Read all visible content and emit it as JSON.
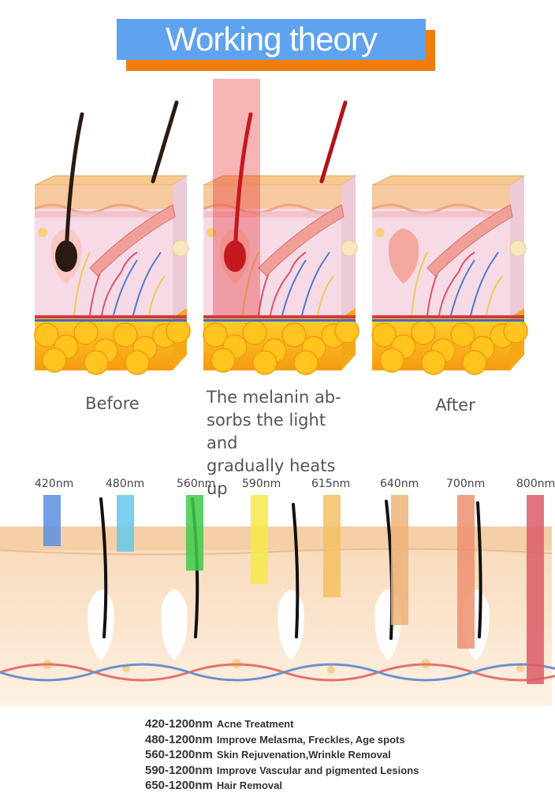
{
  "title": "Working theory",
  "panels": [
    {
      "caption": "Before"
    },
    {
      "caption": "The melanin ab-\nsorbs the light and\ngradually heats up"
    },
    {
      "caption": "After"
    }
  ],
  "wavelengths": [
    {
      "label": "420nm",
      "color": "#5b8fe0"
    },
    {
      "label": "480nm",
      "color": "#66c8ec"
    },
    {
      "label": "560nm",
      "color": "#3fcc4a"
    },
    {
      "label": "590nm",
      "color": "#f8e84a"
    },
    {
      "label": "615nm",
      "color": "#f4c064"
    },
    {
      "label": "640nm",
      "color": "#eeb278"
    },
    {
      "label": "700nm",
      "color": "#ee9070"
    },
    {
      "label": "800nm",
      "color": "#dc5c68"
    }
  ],
  "legend": [
    {
      "range": "420-1200nm",
      "desc": "Acne Treatment"
    },
    {
      "range": "480-1200nm",
      "desc": "Improve Melasma, Freckles, Age spots"
    },
    {
      "range": "560-1200nm",
      "desc": "Skin Rejuvenation,Wrinkle Removal"
    },
    {
      "range": "590-1200nm",
      "desc": "Improve Vascular and pigmented Lesions"
    },
    {
      "range": "650-1200nm",
      "desc": "Hair Removal"
    }
  ]
}
